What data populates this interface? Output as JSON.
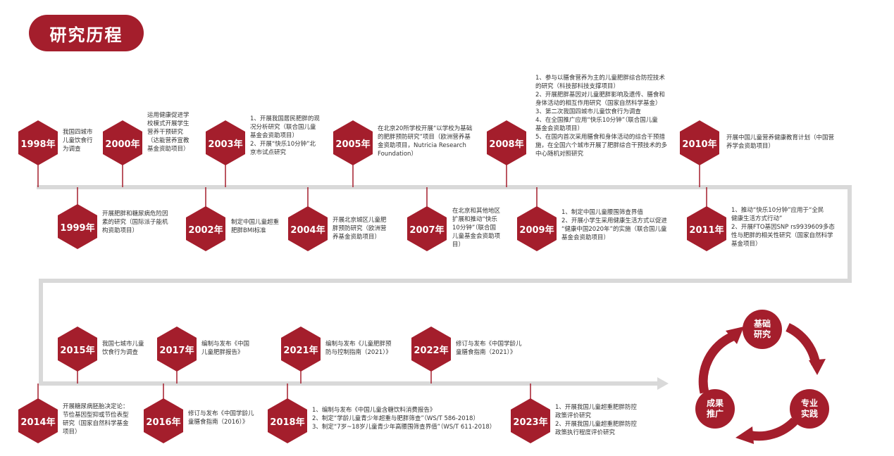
{
  "title": "研究历程",
  "events": [
    {
      "year": "1998年",
      "text": "我国四城市\n儿童饮食行\n为调查"
    },
    {
      "year": "2000年",
      "text": "运用健康促进学\n校模式开展学生\n营养干预研究\n（达能营养宣教\n基金资助项目）"
    },
    {
      "year": "2003年",
      "text": "1、开展我国居民肥胖的现\n况分析研究（联合国儿童\n基金会资助项目）\n2、开展“快乐10分钟”北\n京市试点研究"
    },
    {
      "year": "2005年",
      "text": "在北京20所学校开展“以学校为基础\n的肥胖预防研究”项目（欧洲营养基\n金资助项目，Nutricia Research\nFoundation）"
    },
    {
      "year": "2008年",
      "text": "1、参与以膳食营养为主的儿童肥胖综合防控技术\n的研究（科技部科技支撑项目）\n2、开展肥胖基因对儿童肥胖影响及遗传、膳食和\n身体活动的相互作用研究（国家自然科学基金）\n3、第二次我国四城市儿童饮食行为调查\n4、在全国推广应用“快乐10分钟”（联合国儿童\n基金会资助项目）\n5、在国内首次采用膳食和身体活动的综合干预措\n施，在全国六个城市开展了肥胖综合干预技术的多\n中心随机对照研究"
    },
    {
      "year": "2010年",
      "text": "开展中国儿童营养健康教育计划（中国营\n养学会资助项目）"
    },
    {
      "year": "1999年",
      "text": "开展肥胖和糖尿病危险因\n素的研究（国际派子能机\n构资助项目）"
    },
    {
      "year": "2002年",
      "text": "制定中国儿童超重\n肥胖BMI标准"
    },
    {
      "year": "2004年",
      "text": "开展北京城区儿童肥\n胖预防研究（欧洲营\n养基金资助项目）"
    },
    {
      "year": "2007年",
      "text": "在北京和其他地区\n扩展和推动“快乐\n10分钟”（联合国\n儿童基金会资助项\n目）"
    },
    {
      "year": "2009年",
      "text": "1、制定中国儿童腰围筛查界值\n2、开展小学生采用健康生活方式以促进\n“健康中国2020年”的实施（联合国儿童\n基金会资助项目）"
    },
    {
      "year": "2011年",
      "text": "1、推动“快乐10分钟”应用于“全民\n健康生活方式行动”\n2、开展FTO基因SNP rs9939609多态\n性与肥胖的相关性研究（国家自然科学\n基金项目）"
    },
    {
      "year": "2015年",
      "text": "我国七城市儿童\n饮食行为调查"
    },
    {
      "year": "2017年",
      "text": "编制与发布《中国\n儿童肥胖报告》"
    },
    {
      "year": "2021年",
      "text": "编制与发布《儿童肥胖预\n防与控制指南（2021）》"
    },
    {
      "year": "2022年",
      "text": "修订与发布《中国学龄儿\n童膳食指南（2021）》"
    },
    {
      "year": "2014年",
      "text": "开展糖尿病胚胎决定论：\n节俭基因型抑或节俭表型\n研究（国家自然科学基金\n项目）"
    },
    {
      "year": "2016年",
      "text": "修订与发布《中国学龄儿\n童膳食指南（2016）》"
    },
    {
      "year": "2018年",
      "text": "1、编制与发布《中国儿童含糖饮料消费报告》\n2、制定“学龄儿童青少年超重与肥胖筛查”（WS/T 586-2018）\n3、制定“7岁~18岁儿童青少年高腰围筛查界值”（WS/T 611-2018）"
    },
    {
      "year": "2023年",
      "text": "1、开展我国儿童超重肥胖防控\n政策评价研究\n2、开展我国儿童超重肥胖防控\n政策执行程度评价研究"
    }
  ],
  "cycle": [
    "基础\n研究",
    "专业\n实践",
    "成果\n推广"
  ],
  "colors": {
    "accent": "#a41e2c",
    "line": "#d9d9d9"
  }
}
